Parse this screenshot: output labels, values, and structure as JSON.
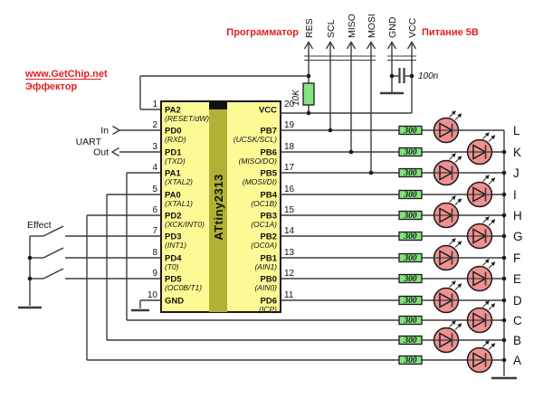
{
  "watermark": {
    "site": "www.GetChip.net",
    "name": "Эффектор"
  },
  "connector": {
    "programmer_label": "Программатор",
    "power_label": "Питание 5В",
    "signals": [
      "RES",
      "SCL",
      "MISO",
      "MOSI",
      "GND",
      "VCC"
    ]
  },
  "chip": {
    "name": "ATtiny2313",
    "left_pins": [
      {
        "num": "1",
        "name": "PA2",
        "alt": "(RESET/dW)"
      },
      {
        "num": "2",
        "name": "PD0",
        "alt": "(RXD)"
      },
      {
        "num": "3",
        "name": "PD1",
        "alt": "(TXD)"
      },
      {
        "num": "4",
        "name": "PA1",
        "alt": "(XTAL2)"
      },
      {
        "num": "5",
        "name": "PA0",
        "alt": "(XTAL1)"
      },
      {
        "num": "6",
        "name": "PD2",
        "alt": "(XCK/INT0)"
      },
      {
        "num": "7",
        "name": "PD3",
        "alt": "(INT1)"
      },
      {
        "num": "8",
        "name": "PD4",
        "alt": "(T0)"
      },
      {
        "num": "9",
        "name": "PD5",
        "alt": "(OC0B/T1)"
      },
      {
        "num": "10",
        "name": "GND",
        "alt": ""
      }
    ],
    "right_pins": [
      {
        "num": "20",
        "name": "VCC",
        "alt": ""
      },
      {
        "num": "19",
        "name": "PB7",
        "alt": "(UCSK/SCL)"
      },
      {
        "num": "18",
        "name": "PB6",
        "alt": "(MISO/DO)"
      },
      {
        "num": "17",
        "name": "PB5",
        "alt": "(MOSI/DI)"
      },
      {
        "num": "16",
        "name": "PB4",
        "alt": "(OC1B)"
      },
      {
        "num": "15",
        "name": "PB3",
        "alt": "(OC1A)"
      },
      {
        "num": "14",
        "name": "PB2",
        "alt": "(OC0A)"
      },
      {
        "num": "13",
        "name": "PB1",
        "alt": "(AIN1)"
      },
      {
        "num": "12",
        "name": "PB0",
        "alt": "(AIN0)"
      },
      {
        "num": "11",
        "name": "PD6",
        "alt": "(ICP)"
      }
    ]
  },
  "uart": {
    "label": "UART",
    "in_label": "In",
    "out_label": "Out"
  },
  "effect": {
    "label": "Effect"
  },
  "components": {
    "pullup_value": "10K",
    "capacitor_value": "100n"
  },
  "led_rows": [
    {
      "letter": "L",
      "resistor": "300"
    },
    {
      "letter": "K",
      "resistor": "300"
    },
    {
      "letter": "J",
      "resistor": "300"
    },
    {
      "letter": "I",
      "resistor": "300"
    },
    {
      "letter": "H",
      "resistor": "300"
    },
    {
      "letter": "G",
      "resistor": "300"
    },
    {
      "letter": "F",
      "resistor": "300"
    },
    {
      "letter": "E",
      "resistor": "300"
    },
    {
      "letter": "D",
      "resistor": "300"
    },
    {
      "letter": "C",
      "resistor": "300"
    },
    {
      "letter": "B",
      "resistor": "300"
    },
    {
      "letter": "A",
      "resistor": "300"
    }
  ],
  "colors": {
    "chip_fill": "#fdfa96",
    "chip_stripe": "#b2b135",
    "chip_notch": "#111111",
    "resistor_fill": "#84e57f",
    "led_fill": "#f09090",
    "accent_red": "#e01f1f",
    "wire": "#3c3c3c"
  }
}
